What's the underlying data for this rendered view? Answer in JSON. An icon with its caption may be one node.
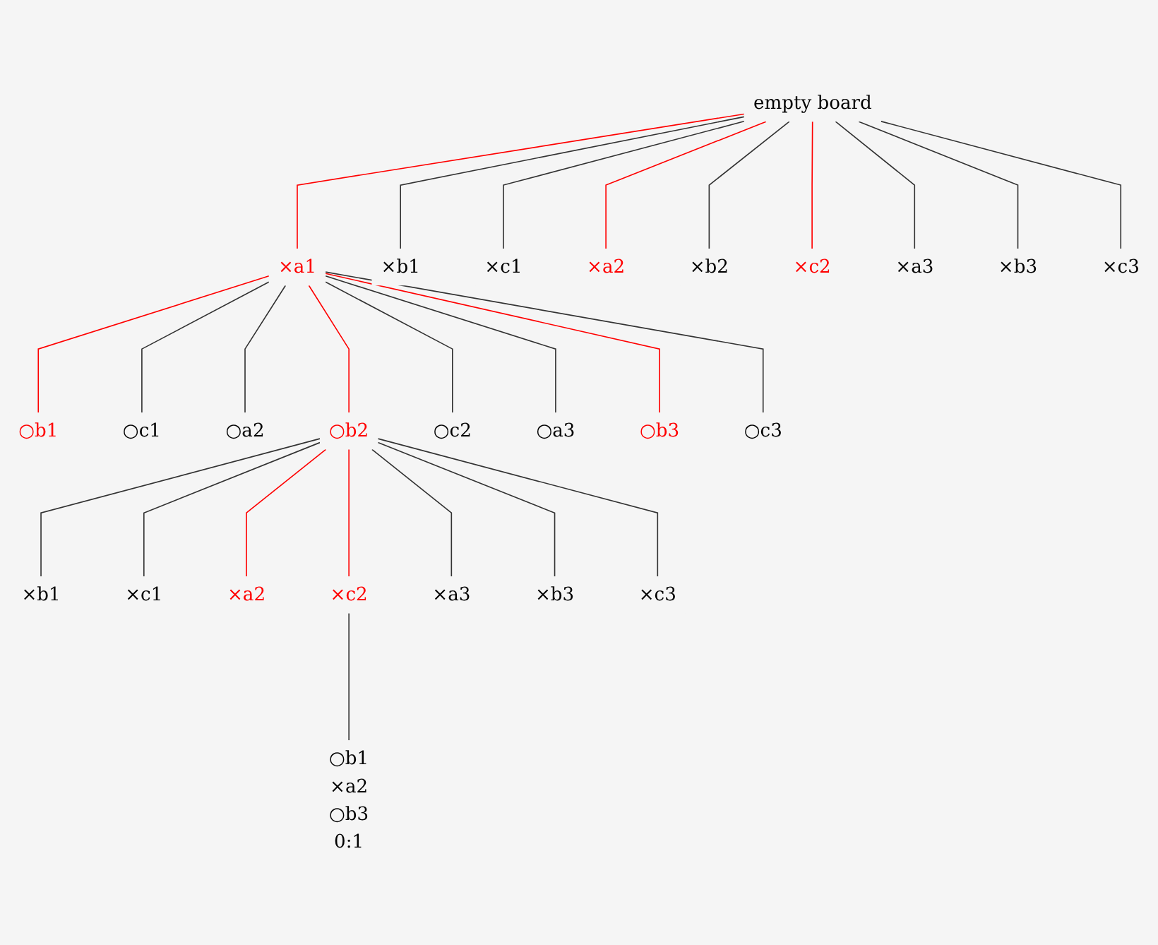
{
  "diagram": {
    "nodes": [
      {
        "text": [
          "empty board"
        ]
      },
      {
        "text": [
          "×a1"
        ]
      },
      {
        "text": [
          "×b1"
        ]
      },
      {
        "text": [
          "×c1"
        ]
      },
      {
        "text": [
          "×a2"
        ]
      },
      {
        "text": [
          "×b2"
        ]
      },
      {
        "text": [
          "×c2"
        ]
      },
      {
        "text": [
          "×a3"
        ]
      },
      {
        "text": [
          "×b3"
        ]
      },
      {
        "text": [
          "×c3"
        ]
      },
      {
        "text": [
          "○b1"
        ]
      },
      {
        "text": [
          "○c1"
        ]
      },
      {
        "text": [
          "○a2"
        ]
      },
      {
        "text": [
          "○b2"
        ]
      },
      {
        "text": [
          "○c2"
        ]
      },
      {
        "text": [
          "○a3"
        ]
      },
      {
        "text": [
          "○b3"
        ]
      },
      {
        "text": [
          "○c3"
        ]
      },
      {
        "text": [
          "×b1"
        ]
      },
      {
        "text": [
          "×c1"
        ]
      },
      {
        "text": [
          "×a2"
        ]
      },
      {
        "text": [
          "×c2"
        ]
      },
      {
        "text": [
          "×a3"
        ]
      },
      {
        "text": [
          "×b3"
        ]
      },
      {
        "text": [
          "×c3"
        ]
      },
      {
        "text": [
          "○b1",
          "×a2",
          "○b3",
          "0:1"
        ]
      }
    ],
    "edges": [
      {
        "from": 0,
        "to": 1,
        "arrow": "none",
        "color": "#ff0000"
      },
      {
        "from": 0,
        "to": 2,
        "arrow": "none"
      },
      {
        "from": 0,
        "to": 3,
        "arrow": "none"
      },
      {
        "from": 0,
        "to": 4,
        "arrow": "none",
        "color": "#ff0000"
      },
      {
        "from": 0,
        "to": 5,
        "arrow": "none"
      },
      {
        "from": 0,
        "to": 6,
        "arrow": "none",
        "color": "#ff0000"
      },
      {
        "from": 0,
        "to": 7,
        "arrow": "none"
      },
      {
        "from": 0,
        "to": 8,
        "arrow": "none"
      },
      {
        "from": 0,
        "to": 9,
        "arrow": "none"
      },
      {
        "from": 1,
        "to": 10,
        "arrow": "none",
        "color": "#ff0000"
      },
      {
        "from": 1,
        "to": 11,
        "arrow": "none"
      },
      {
        "from": 1,
        "to": 12,
        "arrow": "none"
      },
      {
        "from": 1,
        "to": 13,
        "arrow": "none",
        "color": "#ff0000"
      },
      {
        "from": 1,
        "to": 14,
        "arrow": "none"
      },
      {
        "from": 1,
        "to": 15,
        "arrow": "none"
      },
      {
        "from": 1,
        "to": 16,
        "arrow": "none",
        "color": "#ff0000"
      },
      {
        "from": 1,
        "to": 17,
        "arrow": "none"
      },
      {
        "from": 13,
        "to": 18,
        "arrow": "none"
      },
      {
        "from": 13,
        "to": 19,
        "arrow": "none"
      },
      {
        "from": 13,
        "to": 20,
        "arrow": "none",
        "color": "#ff0000"
      },
      {
        "from": 13,
        "to": 21,
        "arrow": "none",
        "color": "#ff0000"
      },
      {
        "from": 13,
        "to": 22,
        "arrow": "none"
      },
      {
        "from": 13,
        "to": 23,
        "arrow": "none"
      },
      {
        "from": 13,
        "to": 24,
        "arrow": "none"
      },
      {
        "from": 21,
        "to": 25,
        "arrow": "none"
      }
    ]
  }
}
